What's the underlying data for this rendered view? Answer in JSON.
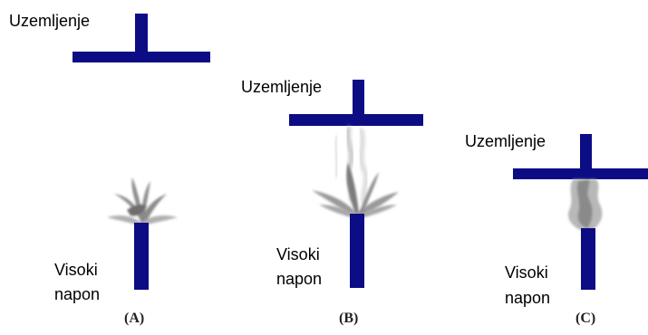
{
  "colors": {
    "electrode": "#0c0c84",
    "discharge_dark": "#7a7a7a",
    "discharge_light": "#c8c8c8",
    "text": "#000000"
  },
  "panels": [
    {
      "id": "A",
      "caption": "(A)",
      "ground_label": "Uzemljenje",
      "hv_label_line1": "Visoki",
      "hv_label_line2": "napon",
      "discharge": "small-corona"
    },
    {
      "id": "B",
      "caption": "(B)",
      "ground_label": "Uzemljenje",
      "hv_label_line1": "Visoki",
      "hv_label_line2": "napon",
      "discharge": "streamer-brush"
    },
    {
      "id": "C",
      "caption": "(C)",
      "ground_label": "Uzemljenje",
      "hv_label_line1": "Visoki",
      "hv_label_line2": "napon",
      "discharge": "full-arc"
    }
  ]
}
